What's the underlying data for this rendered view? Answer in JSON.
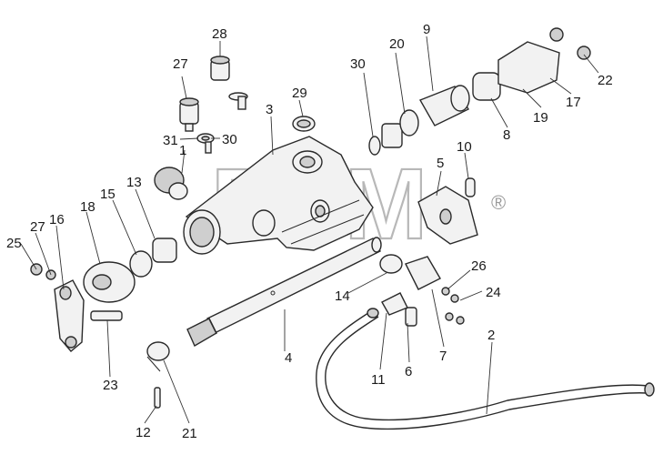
{
  "diagram": {
    "watermark": "BTM",
    "watermark_mark": "®",
    "part_labels": [
      "1",
      "2",
      "3",
      "4",
      "5",
      "6",
      "7",
      "8",
      "9",
      "10",
      "11",
      "12",
      "13",
      "14",
      "15",
      "16",
      "17",
      "18",
      "19",
      "20",
      "21",
      "22",
      "23",
      "24",
      "25",
      "26",
      "27",
      "27",
      "28",
      "29",
      "30",
      "30",
      "31"
    ]
  }
}
